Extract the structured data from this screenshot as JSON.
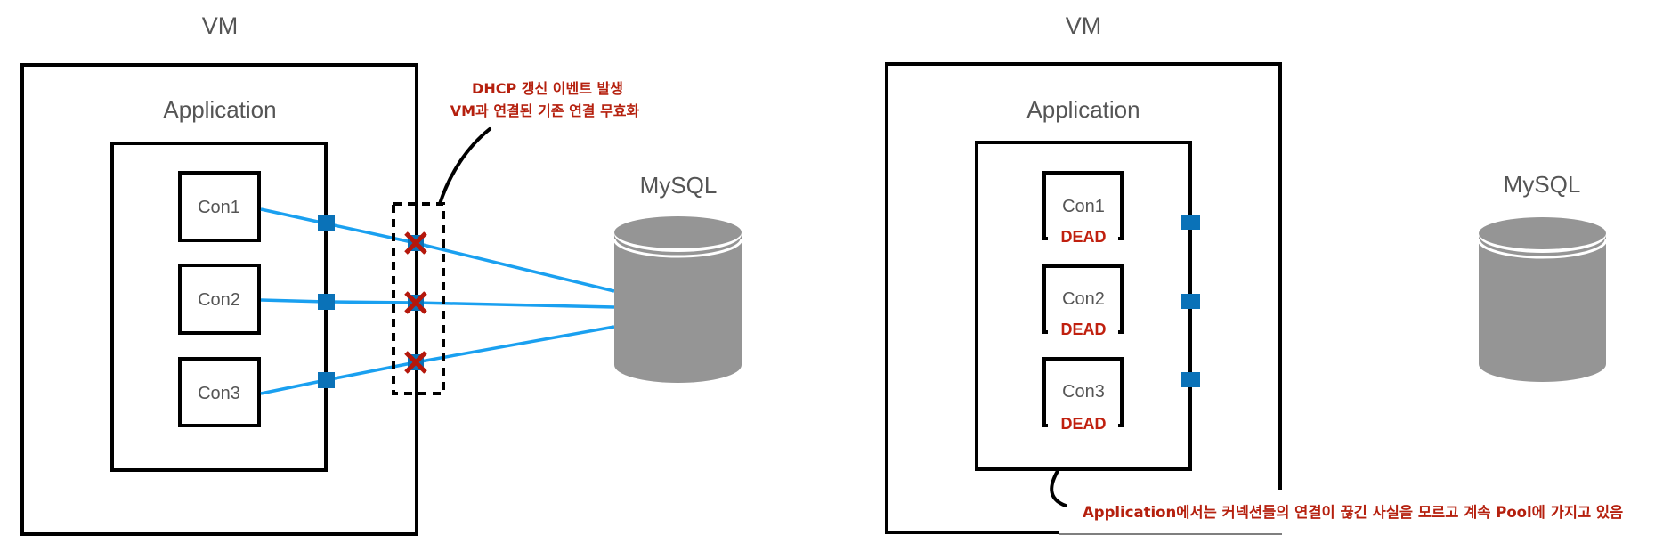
{
  "left_panel": {
    "vm_label": "VM",
    "app_label": "Application",
    "connections": [
      {
        "label": "Con1"
      },
      {
        "label": "Con2"
      },
      {
        "label": "Con3"
      }
    ],
    "callout": {
      "line1": "DHCP 갱신 이벤트 발생",
      "line2": "VM과 연결된 기존 연결 무효화"
    },
    "db_label": "MySQL"
  },
  "right_panel": {
    "vm_label": "VM",
    "app_label": "Application",
    "connections": [
      {
        "label": "Con1",
        "status": "DEAD"
      },
      {
        "label": "Con2",
        "status": "DEAD"
      },
      {
        "label": "Con3",
        "status": "DEAD"
      }
    ],
    "callout": "Application에서는 커넥션들의 연결이 끊긴 사실을 모르고 계속 Pool에 가지고 있음",
    "db_label": "MySQL"
  },
  "colors": {
    "connection_line": "#1aa0f0",
    "port": "#0a72b8",
    "broken_mark": "#b5170b",
    "annotation_text": "#b5200e",
    "database": "#959595"
  }
}
